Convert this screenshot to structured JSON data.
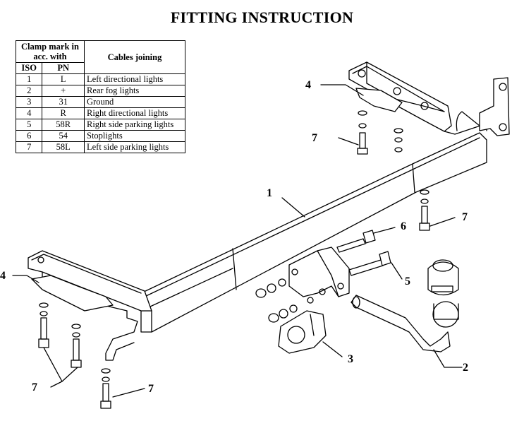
{
  "title": "FITTING INSTRUCTION",
  "table": {
    "header_clamp": "Clamp mark in acc. with",
    "header_iso": "ISO",
    "header_pn": "PN",
    "header_cables": "Cables joining",
    "rows": [
      {
        "iso": "1",
        "pn": "L",
        "desc": "Left directional lights"
      },
      {
        "iso": "2",
        "pn": "+",
        "desc": "Rear fog lights"
      },
      {
        "iso": "3",
        "pn": "31",
        "desc": "Ground"
      },
      {
        "iso": "4",
        "pn": "R",
        "desc": "Right directional lights"
      },
      {
        "iso": "5",
        "pn": "58R",
        "desc": "Right side parking lights"
      },
      {
        "iso": "6",
        "pn": "54",
        "desc": "Stoplights"
      },
      {
        "iso": "7",
        "pn": "58L",
        "desc": "Left side parking lights"
      }
    ]
  },
  "labels": {
    "l1": "1",
    "l2": "2",
    "l3": "3",
    "l4a": "4",
    "l4b": "4",
    "l5": "5",
    "l6": "6",
    "l7a": "7",
    "l7b": "7",
    "l7c": "7",
    "l7d": "7"
  }
}
